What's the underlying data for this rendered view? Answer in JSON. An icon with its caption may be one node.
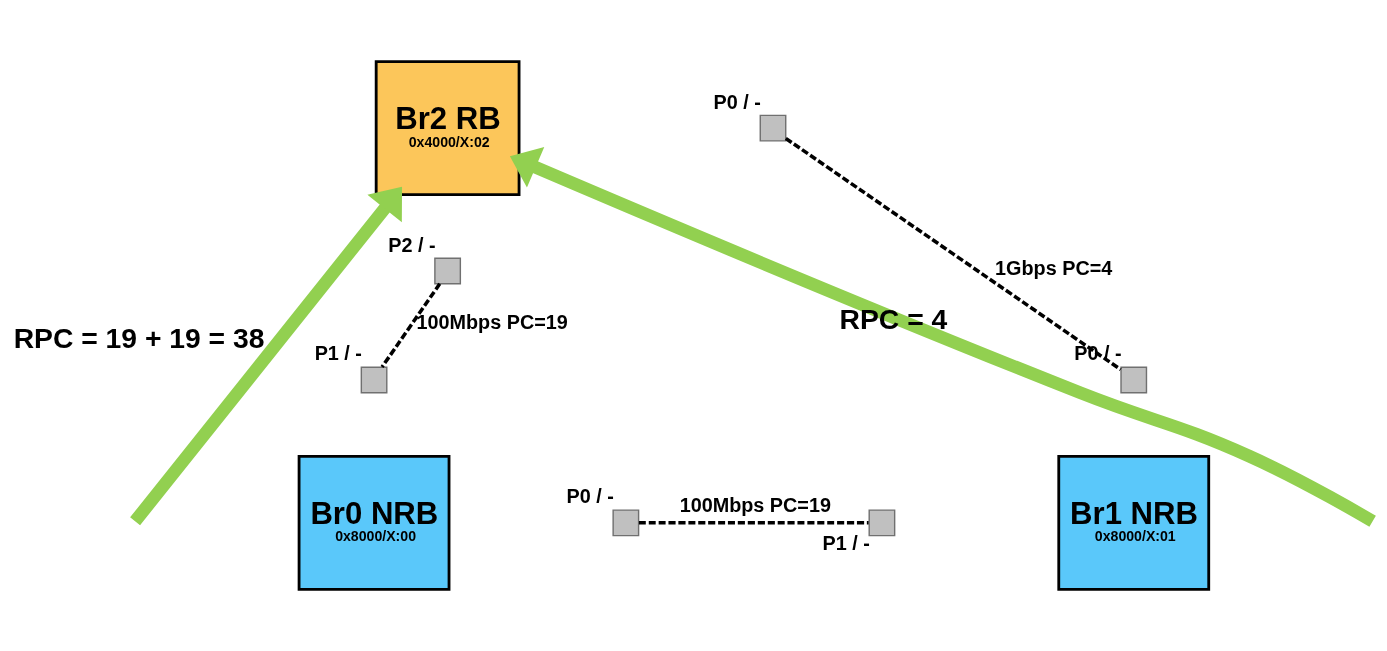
{
  "diagram": {
    "nodes": [
      {
        "text": [
          "Br2 RB",
          "0x4000/X:02"
        ]
      },
      {
        "text": [],
        "shape": "box",
        "beside": [
          "P0 / -"
        ]
      },
      {
        "text": [],
        "shape": "box",
        "beside": [
          "P2 / -"
        ]
      },
      {
        "text": [
          "Br0 NRB",
          "0x8000/X:00"
        ]
      },
      {
        "text": [],
        "shape": "box",
        "beside": [
          "P1 / -"
        ]
      },
      {
        "text": [],
        "shape": "box",
        "beside": [
          "P0 / -"
        ]
      },
      {
        "text": [
          "Br1 NRB",
          "0x8000/X:01"
        ]
      },
      {
        "text": [],
        "shape": "box",
        "beside": [
          "P1 / -"
        ]
      },
      {
        "text": [],
        "shape": "box",
        "beside": [
          "P0 / -"
        ]
      }
    ],
    "edges": [
      {
        "from": 1,
        "to": 8,
        "arrow": "none",
        "style": "dashed",
        "label": "1Gbps PC=4"
      },
      {
        "from": 2,
        "to": 4,
        "arrow": "none",
        "style": "dashed",
        "label": "100Mbps PC=19"
      },
      {
        "from": 5,
        "to": 7,
        "arrow": "none",
        "style": "dashed",
        "label": "100Mbps PC=19"
      },
      {
        "from": null,
        "to": 0,
        "arrow": "to",
        "style": "thick",
        "color": "#92d050",
        "label": "RPC = 4"
      },
      {
        "from": null,
        "to": 0,
        "arrow": "to",
        "style": "thick",
        "color": "#92d050",
        "label": "RPC = 19 + 19 = 38"
      }
    ]
  }
}
